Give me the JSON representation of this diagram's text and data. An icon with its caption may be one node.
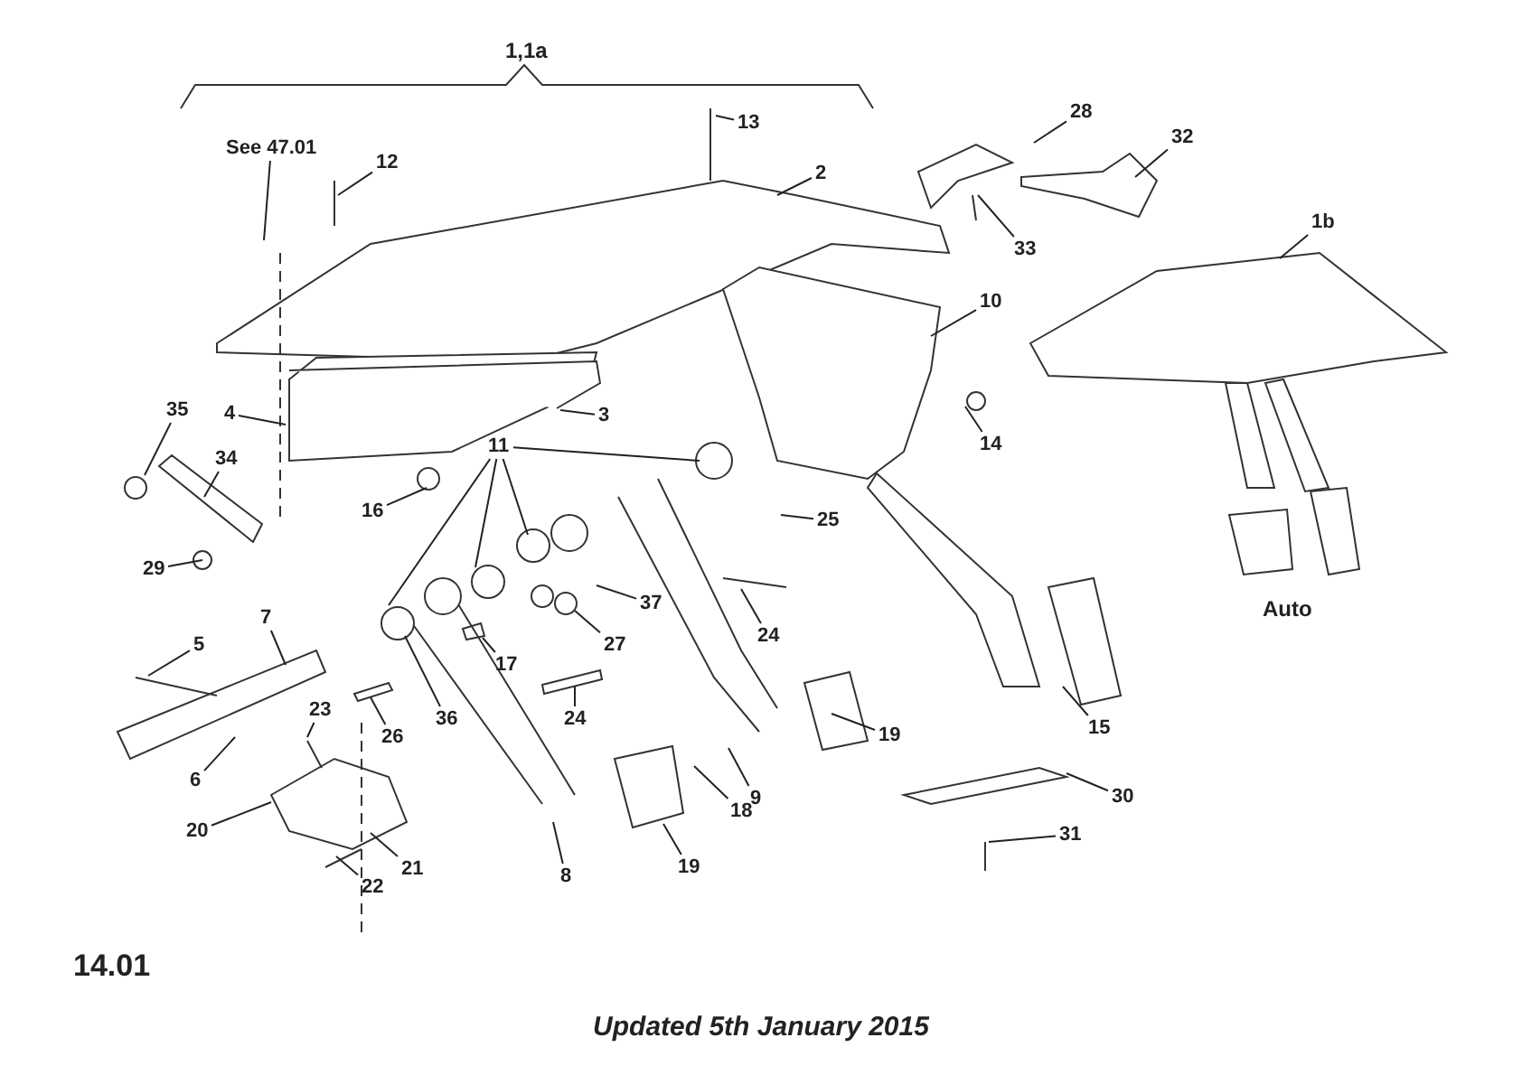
{
  "diagram": {
    "caption": "Updated 5th January 2015",
    "nodes": [
      {
        "text": [
          "See 47.01"
        ]
      },
      {
        "text": [
          "12"
        ]
      },
      {
        "text": [
          "13"
        ]
      },
      {
        "text": [
          "2"
        ]
      },
      {
        "text": [
          "28"
        ]
      },
      {
        "text": [
          "32"
        ]
      },
      {
        "text": [
          "33"
        ]
      },
      {
        "text": [
          "1b"
        ]
      },
      {
        "text": [
          "10"
        ]
      },
      {
        "text": [
          "14"
        ]
      },
      {
        "text": [
          "35"
        ]
      },
      {
        "text": [
          "4"
        ]
      },
      {
        "text": [
          "3"
        ]
      },
      {
        "text": [
          "11"
        ]
      },
      {
        "text": [
          "34"
        ]
      },
      {
        "text": [
          "16"
        ]
      },
      {
        "text": [
          "25"
        ]
      },
      {
        "text": [
          "29"
        ]
      },
      {
        "text": [
          "17"
        ]
      },
      {
        "text": [
          "27"
        ]
      },
      {
        "text": [
          "37"
        ]
      },
      {
        "text": [
          "24"
        ]
      },
      {
        "text": [
          "5"
        ]
      },
      {
        "text": [
          "7"
        ]
      },
      {
        "text": [
          "36"
        ]
      },
      {
        "text": [
          "26"
        ]
      },
      {
        "text": [
          "24"
        ]
      },
      {
        "text": [
          "23"
        ]
      },
      {
        "text": [
          "6"
        ]
      },
      {
        "text": [
          "19"
        ]
      },
      {
        "text": [
          "9"
        ]
      },
      {
        "text": [
          "15"
        ]
      },
      {
        "text": [
          "30"
        ]
      },
      {
        "text": [
          "18"
        ]
      },
      {
        "text": [
          "20"
        ]
      },
      {
        "text": [
          "21"
        ]
      },
      {
        "text": [
          "22"
        ]
      },
      {
        "text": [
          "8"
        ]
      },
      {
        "text": [
          "19"
        ]
      },
      {
        "text": [
          "31"
        ]
      }
    ],
    "edges": [
      {
        "from": 0,
        "to": null,
        "arrow": "none"
      },
      {
        "from": 1,
        "to": null,
        "arrow": "none"
      },
      {
        "from": 2,
        "to": null,
        "arrow": "none"
      },
      {
        "from": 3,
        "to": null,
        "arrow": "none"
      },
      {
        "from": 4,
        "to": null,
        "arrow": "none"
      },
      {
        "from": 5,
        "to": null,
        "arrow": "none"
      },
      {
        "from": 6,
        "to": null,
        "arrow": "none"
      },
      {
        "from": 7,
        "to": null,
        "arrow": "none"
      },
      {
        "from": 8,
        "to": null,
        "arrow": "none"
      },
      {
        "from": 9,
        "to": null,
        "arrow": "none"
      },
      {
        "from": 10,
        "to": null,
        "arrow": "none"
      },
      {
        "from": 11,
        "to": null,
        "arrow": "none"
      },
      {
        "from": 12,
        "to": null,
        "arrow": "none"
      },
      {
        "from": 13,
        "to": null,
        "arrow": "none"
      },
      {
        "from": 13,
        "to": null,
        "arrow": "none"
      },
      {
        "from": 13,
        "to": null,
        "arrow": "none"
      },
      {
        "from": 13,
        "to": null,
        "arrow": "none"
      },
      {
        "from": 14,
        "to": null,
        "arrow": "none"
      },
      {
        "from": 15,
        "to": null,
        "arrow": "none"
      },
      {
        "from": 16,
        "to": null,
        "arrow": "none"
      },
      {
        "from": 17,
        "to": null,
        "arrow": "none"
      },
      {
        "from": 18,
        "to": null,
        "arrow": "none"
      },
      {
        "from": 19,
        "to": null,
        "arrow": "none"
      },
      {
        "from": 20,
        "to": null,
        "arrow": "none"
      },
      {
        "from": 21,
        "to": null,
        "arrow": "none"
      },
      {
        "from": 22,
        "to": null,
        "arrow": "none"
      },
      {
        "from": 23,
        "to": null,
        "arrow": "none"
      },
      {
        "from": 24,
        "to": null,
        "arrow": "none"
      },
      {
        "from": 25,
        "to": null,
        "arrow": "none"
      },
      {
        "from": 26,
        "to": null,
        "arrow": "none"
      },
      {
        "from": 27,
        "to": null,
        "arrow": "none"
      },
      {
        "from": 28,
        "to": null,
        "arrow": "none"
      },
      {
        "from": 29,
        "to": null,
        "arrow": "none"
      },
      {
        "from": 30,
        "to": null,
        "arrow": "none"
      },
      {
        "from": 31,
        "to": null,
        "arrow": "none"
      },
      {
        "from": 32,
        "to": null,
        "arrow": "none"
      },
      {
        "from": 33,
        "to": null,
        "arrow": "none"
      },
      {
        "from": 34,
        "to": null,
        "arrow": "none"
      },
      {
        "from": 35,
        "to": null,
        "arrow": "none"
      },
      {
        "from": 36,
        "to": null,
        "arrow": "none"
      },
      {
        "from": 37,
        "to": null,
        "arrow": "none"
      },
      {
        "from": 38,
        "to": null,
        "arrow": "none"
      },
      {
        "from": 39,
        "to": null,
        "arrow": "none"
      }
    ],
    "labels": [
      "1,1a",
      "Auto",
      "14.01"
    ]
  }
}
